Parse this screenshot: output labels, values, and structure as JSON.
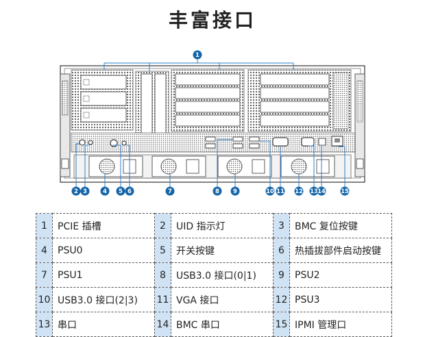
{
  "title": "丰富接口",
  "diagram": {
    "callouts": [
      "1",
      "2",
      "3",
      "4",
      "5",
      "6",
      "7",
      "8",
      "9",
      "10",
      "11",
      "12",
      "13",
      "14",
      "15"
    ],
    "colors": {
      "callout": "#1565a8",
      "line": "#2b7fc9",
      "chassis": "#333333",
      "background": "#ffffff"
    }
  },
  "legend": {
    "colors": {
      "number_cell": "#cfe3f4",
      "border": "#555555"
    },
    "rows": [
      [
        {
          "num": "1",
          "label": "PCIE 插槽"
        },
        {
          "num": "2",
          "label": "UID 指示灯"
        },
        {
          "num": "3",
          "label": "BMC 复位按键"
        }
      ],
      [
        {
          "num": "4",
          "label": "PSU0"
        },
        {
          "num": "5",
          "label": "开关按键"
        },
        {
          "num": "6",
          "label": "热插拔部件启动按键"
        }
      ],
      [
        {
          "num": "7",
          "label": "PSU1"
        },
        {
          "num": "8",
          "label": "USB3.0 接口(0|1)"
        },
        {
          "num": "9",
          "label": "PSU2"
        }
      ],
      [
        {
          "num": "10",
          "label": "USB3.0 接口(2|3)"
        },
        {
          "num": "11",
          "label": "VGA 接口"
        },
        {
          "num": "12",
          "label": "PSU3"
        }
      ],
      [
        {
          "num": "13",
          "label": "串口"
        },
        {
          "num": "14",
          "label": "BMC 串口"
        },
        {
          "num": "15",
          "label": "IPMI 管理口"
        }
      ]
    ]
  }
}
